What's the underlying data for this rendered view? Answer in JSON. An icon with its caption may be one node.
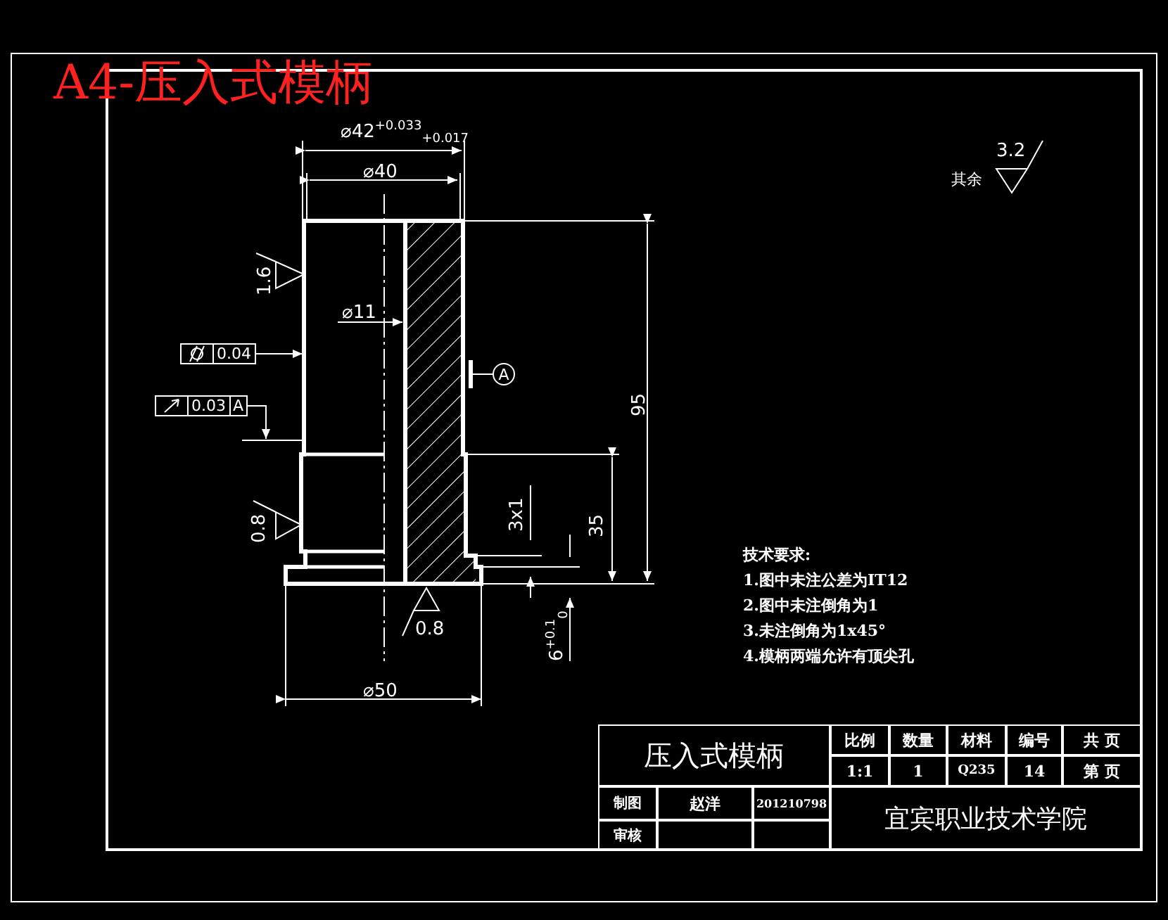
{
  "diagram": {
    "title": "A4-压入式模柄",
    "nodes": [
      {
        "text": [
          "0.04"
        ]
      },
      {
        "text": [
          "0.03",
          "A"
        ]
      },
      {
        "text": [
          "A"
        ]
      },
      {
        "text": [],
        "shape": "picture"
      }
    ],
    "edges": [
      {
        "from": 0,
        "to": 3,
        "arrow": "to"
      },
      {
        "from": 1,
        "to": 3,
        "arrow": "to"
      },
      {
        "from": 2,
        "to": 3,
        "arrow": "other"
      }
    ],
    "labels": [
      "⌀42$^{+0.033}$$_{+0.017}$",
      "⌀40",
      "其余",
      "3.2",
      "1.6",
      "⌀11",
      "95",
      "0.8",
      "3x1",
      "35",
      "0.8",
      "6$^{+0.1}$$_{0}$",
      "⌀50",
      "技术要求:",
      "1.图中未注公差为IT12",
      "2.图中未注倒角为1",
      "3.未注倒角为1x45°",
      "4.模柄两端允许有顶尖孔",
      "压入式模柄",
      "比例",
      "数量",
      "材料",
      "编号",
      "共 页",
      "1:1",
      "1",
      "Q235",
      "14",
      "第 页",
      "制图",
      "赵洋",
      "201210798",
      "审核",
      "宜宾职业技术学院"
    ]
  }
}
